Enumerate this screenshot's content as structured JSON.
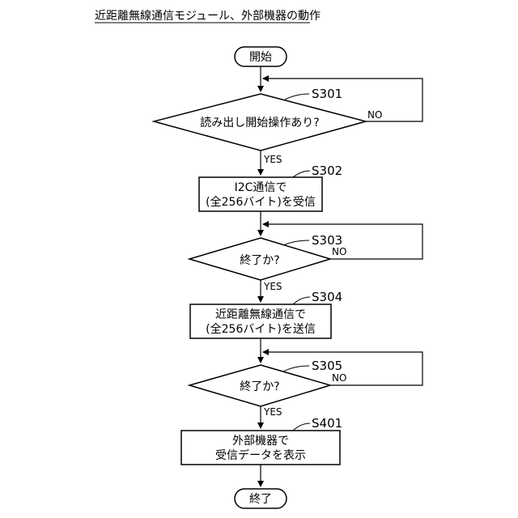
{
  "title": "近距離無線通信モジュール、外部機器の動作",
  "start_label": "開始",
  "end_label": "終了",
  "steps": {
    "s301": {
      "id": "S301",
      "text": "読み出し開始操作あり?"
    },
    "s302": {
      "id": "S302",
      "line1": "I2C通信で",
      "line2": "(全256バイト)を受信"
    },
    "s303": {
      "id": "S303",
      "text": "終了か?"
    },
    "s304": {
      "id": "S304",
      "line1": "近距離無線通信で",
      "line2": "(全256バイト)を送信"
    },
    "s305": {
      "id": "S305",
      "text": "終了か?"
    },
    "s401": {
      "id": "S401",
      "line1": "外部機器で",
      "line2": "受信データを表示"
    }
  },
  "branch_labels": {
    "yes": "YES",
    "no": "NO"
  }
}
